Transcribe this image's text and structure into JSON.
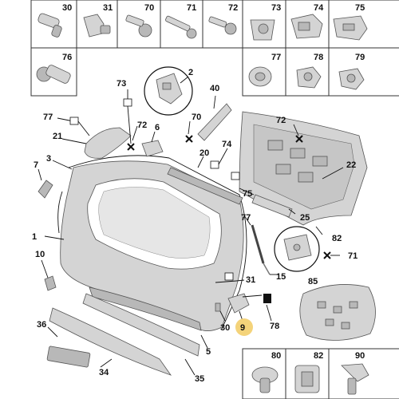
{
  "grid_top": [
    "30",
    "31",
    "70",
    "71",
    "72",
    "73",
    "74",
    "75"
  ],
  "grid_second": [
    "76",
    "77",
    "78",
    "79"
  ],
  "grid_bottom": [
    "80",
    "82",
    "90"
  ],
  "callouts": [
    "73",
    "2",
    "40",
    "77",
    "72",
    "6",
    "21",
    "70",
    "3",
    "20",
    "74",
    "72",
    "22",
    "7",
    "75",
    "77",
    "25",
    "1",
    "82",
    "10",
    "71",
    "15",
    "31",
    "85",
    "9",
    "30",
    "78",
    "36",
    "34",
    "35",
    "5"
  ],
  "highlight_color": "#f4d37a"
}
